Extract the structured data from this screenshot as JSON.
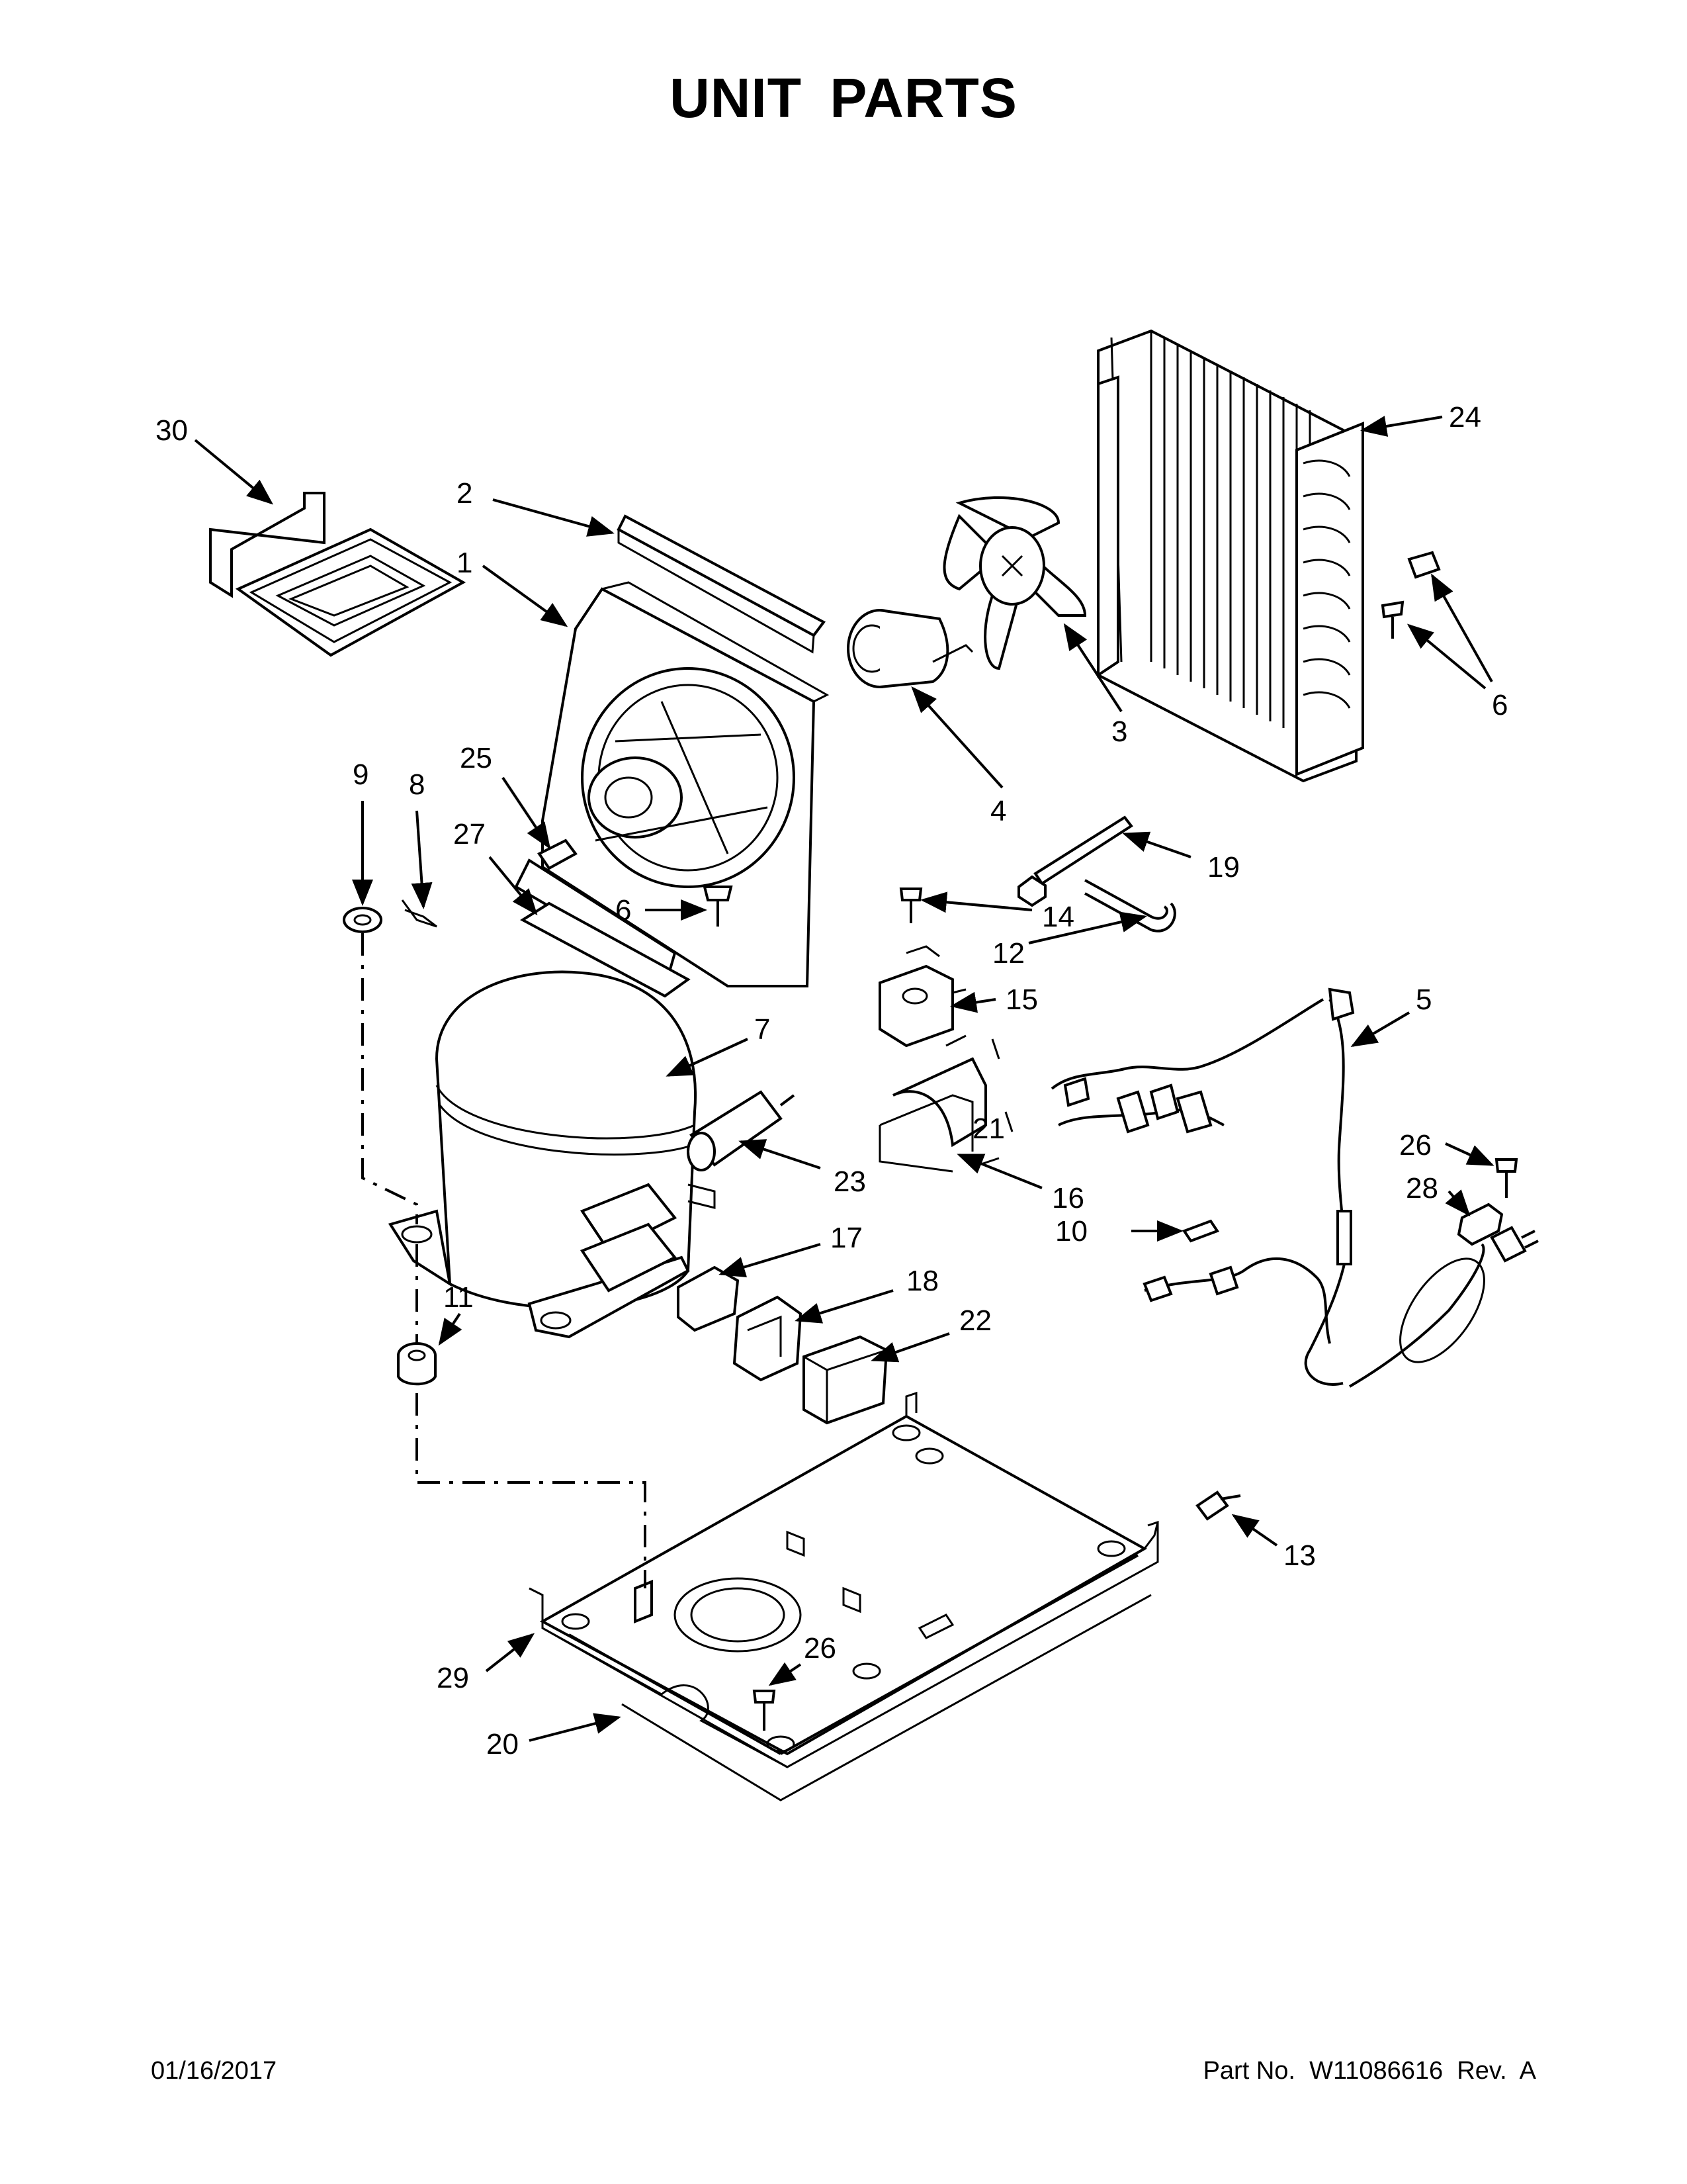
{
  "title": "UNIT PARTS",
  "footer": {
    "date": "01/16/2017",
    "part_number": "Part No.  W11086616  Rev.  A"
  },
  "callouts": [
    "30",
    "2",
    "1",
    "25",
    "9",
    "8",
    "27",
    "6",
    "7",
    "23",
    "11",
    "17",
    "18",
    "22",
    "29",
    "20",
    "26",
    "13",
    "4",
    "3",
    "24",
    "6",
    "19",
    "14",
    "12",
    "15",
    "21",
    "16",
    "10",
    "5",
    "26",
    "28"
  ]
}
